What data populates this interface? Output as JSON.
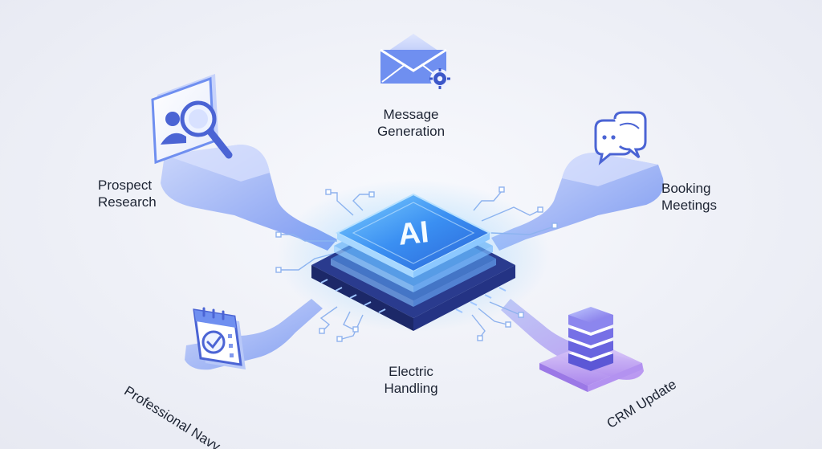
{
  "center_chip": {
    "label": "AI"
  },
  "nodes": {
    "message_generation": {
      "lines": [
        "Message",
        "Generation"
      ],
      "icon": "envelope-gear-icon"
    },
    "prospect_research": {
      "lines": [
        "Prospect",
        "Research"
      ],
      "icon": "profile-search-icon"
    },
    "booking_meetings": {
      "lines": [
        "Booking",
        "Meetings"
      ],
      "icon": "chat-bubbles-icon"
    },
    "electric_handling": {
      "lines": [
        "Electric",
        "Handling"
      ]
    },
    "professional_navy": {
      "label": "Professional Navy",
      "icon": "calendar-check-icon"
    },
    "crm_update": {
      "label": "CRM Update",
      "icon": "database-icon"
    }
  },
  "colors": {
    "background": "#eef0f7",
    "chip_glow": "#4aa3ff",
    "chip_base": "#2c3d8f",
    "blue_accent": "#5d7be6",
    "purple_accent": "#a77ee8"
  }
}
